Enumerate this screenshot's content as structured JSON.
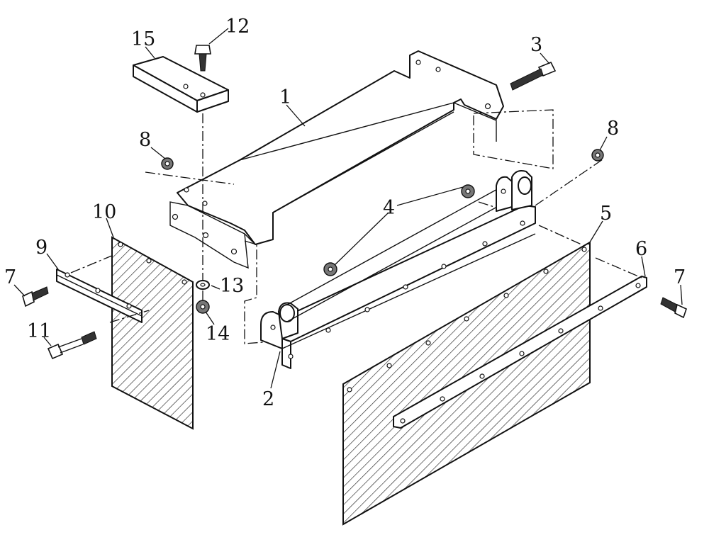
{
  "callouts": [
    {
      "id": "c1",
      "text": "1"
    },
    {
      "id": "c2",
      "text": "2"
    },
    {
      "id": "c3",
      "text": "3"
    },
    {
      "id": "c4",
      "text": "4"
    },
    {
      "id": "c5",
      "text": "5"
    },
    {
      "id": "c6",
      "text": "6"
    },
    {
      "id": "c7a",
      "text": "7"
    },
    {
      "id": "c7b",
      "text": "7"
    },
    {
      "id": "c8a",
      "text": "8"
    },
    {
      "id": "c8b",
      "text": "8"
    },
    {
      "id": "c9",
      "text": "9"
    },
    {
      "id": "c10",
      "text": "10"
    },
    {
      "id": "c11",
      "text": "11"
    },
    {
      "id": "c12",
      "text": "12"
    },
    {
      "id": "c13",
      "text": "13"
    },
    {
      "id": "c14",
      "text": "14"
    },
    {
      "id": "c15",
      "text": "15"
    }
  ]
}
